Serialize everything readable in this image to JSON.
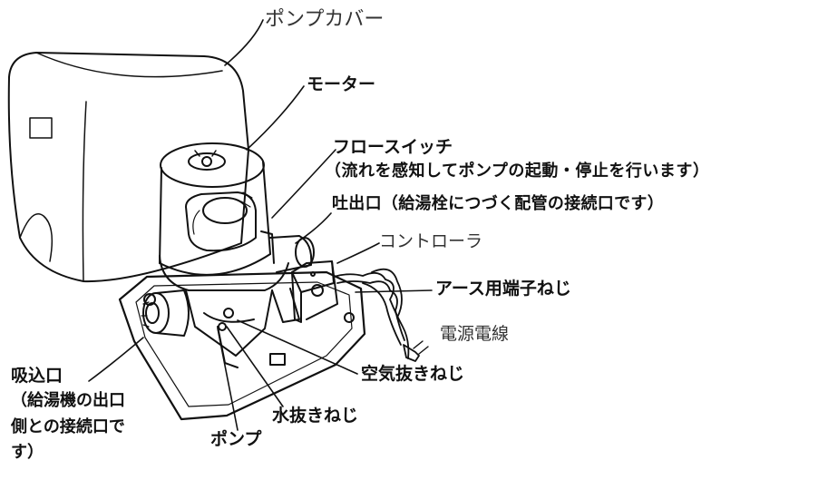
{
  "labels": {
    "pump_cover": "ポンプカバー",
    "motor": "モーター",
    "float_switch_title": "フロースイッチ",
    "float_switch_desc": "（流れを感知してポンプの起動・停止を行います）",
    "outlet": "吐出口（給湯栓につづく配管の接続口です）",
    "controller": "コントローラ",
    "ground_screw": "アース用端子ねじ",
    "power_cord": "電源電線",
    "air_vent_screw": "空気抜きねじ",
    "drain_screw": "水抜きねじ",
    "pump": "ポンプ",
    "inlet_line1": "吸込口",
    "inlet_line2": "（給湯機の出口",
    "inlet_line3": "側との接続口で",
    "inlet_line4": "す）"
  }
}
